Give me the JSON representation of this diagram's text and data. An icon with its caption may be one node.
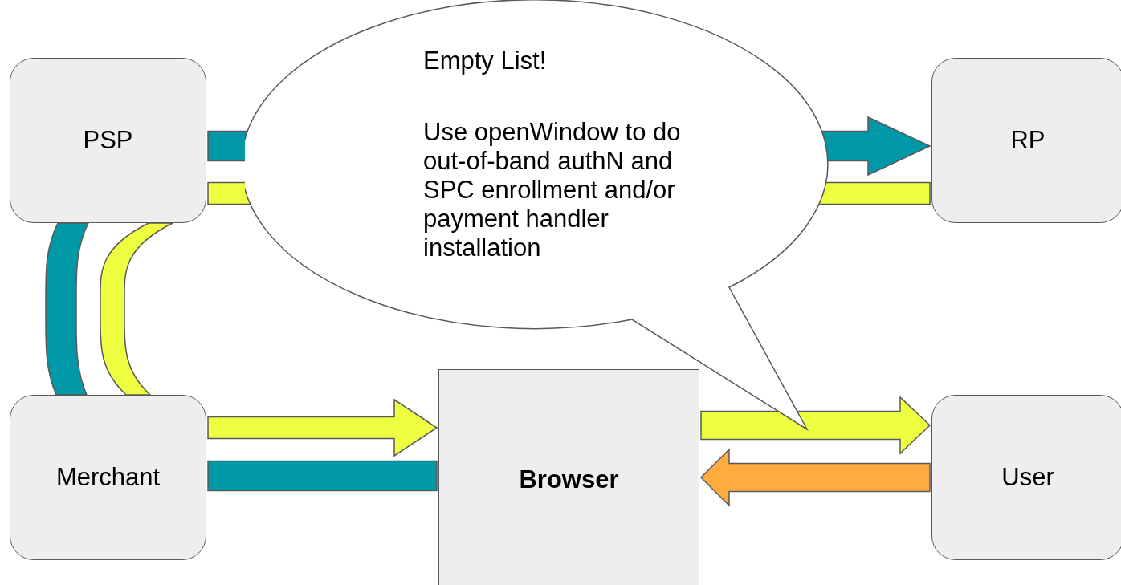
{
  "diagram": {
    "nodes": [
      {
        "text": [
          "PSP"
        ]
      },
      {
        "text": [
          "Empty List!",
          "Use openWindow to do out-of-band authN and SPC enrollment and/or payment handler installation"
        ]
      },
      {
        "text": [
          "RP"
        ]
      },
      {
        "text": [
          "Merchant"
        ]
      },
      {
        "text": [
          "Browser"
        ]
      },
      {
        "text": [
          "User"
        ]
      }
    ],
    "edges": [
      {
        "from": 0,
        "to": 2,
        "arrow": "to",
        "color": "#0097a7"
      },
      {
        "from": 0,
        "to": 2,
        "arrow": "none",
        "color": "#eeff41"
      },
      {
        "from": 0,
        "to": 3,
        "arrow": "none",
        "color": "#0097a7"
      },
      {
        "from": 0,
        "to": 3,
        "arrow": "none",
        "color": "#eeff41"
      },
      {
        "from": 3,
        "to": 4,
        "arrow": "to",
        "color": "#eeff41"
      },
      {
        "from": 3,
        "to": 4,
        "arrow": "none",
        "color": "#0097a7"
      },
      {
        "from": 4,
        "to": 5,
        "arrow": "to",
        "color": "#eeff41"
      },
      {
        "from": 5,
        "to": 4,
        "arrow": "to",
        "color": "#ffab40"
      }
    ]
  }
}
